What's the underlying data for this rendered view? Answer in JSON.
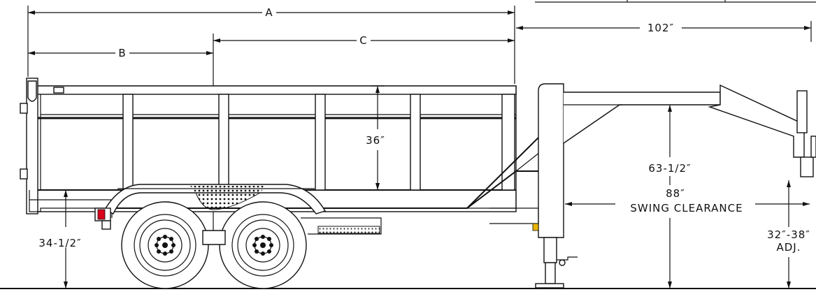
{
  "dimensions": {
    "a": "A",
    "b": "B",
    "c": "C",
    "width": "102″",
    "side_height": "36″",
    "bed_height": "34-1/2″",
    "gooseneck_height": "63-1/2″",
    "swing_value": "88″",
    "swing_label": "SWING CLEARANCE",
    "coupler_range": "32″-38″",
    "coupler_adj": "ADJ."
  },
  "colors": {
    "ink": "#111111",
    "background": "#ffffff",
    "light_red": "#d9001b",
    "warning_yellow": "#e8b400"
  }
}
